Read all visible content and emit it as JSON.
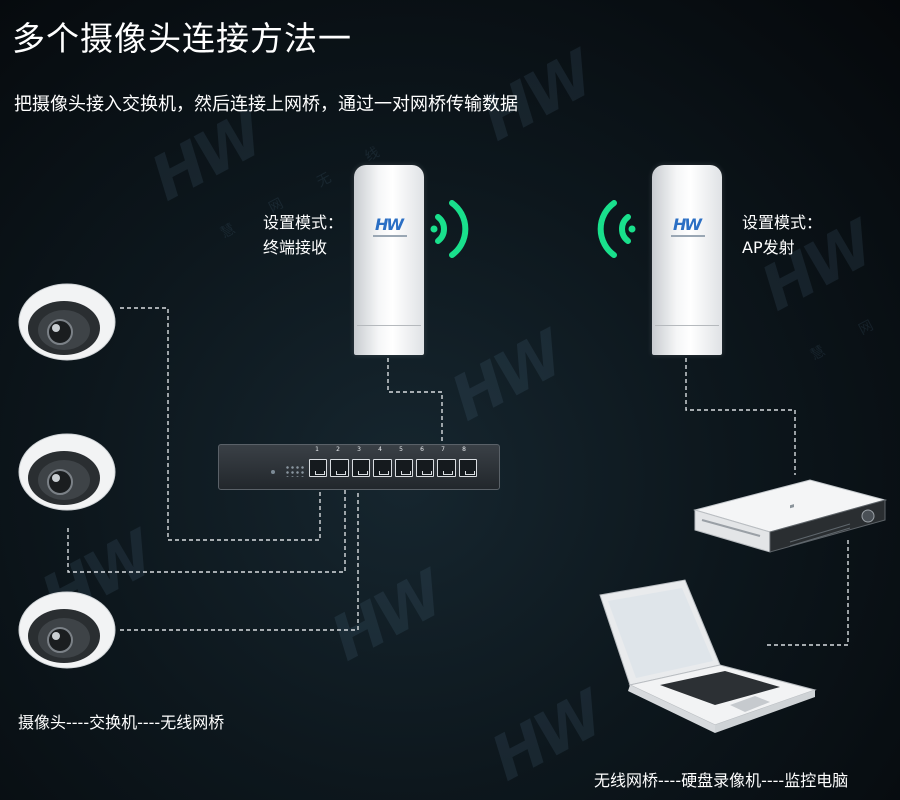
{
  "title": "多个摄像头连接方法一",
  "subtitle": "把摄像头接入交换机，然后连接上网桥，通过一对网桥传输数据",
  "bridge_left": {
    "mode_label": "设置模式：",
    "mode_value": "终端接收",
    "brand": "HW"
  },
  "bridge_right": {
    "mode_label": "设置模式：",
    "mode_value": "AP发射",
    "brand": "HW"
  },
  "signal_color": "#19e08c",
  "caption_left": "摄像头----交换机----无线网桥",
  "caption_right": "无线网桥----硬盘录像机----监控电脑",
  "switch_port_numbers": [
    "1",
    "2",
    "3",
    "4",
    "5",
    "6",
    "7",
    "8"
  ],
  "watermark": {
    "logo": "HW",
    "text": "慧 网 无 线"
  }
}
